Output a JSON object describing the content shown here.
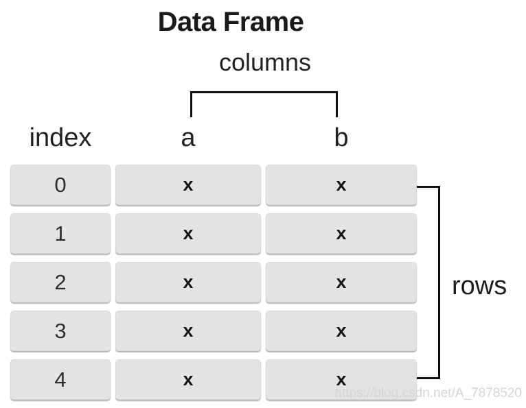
{
  "title": "Data Frame",
  "columns_label": "columns",
  "rows_label": "rows",
  "index_header": "index",
  "column_headers": [
    "a",
    "b"
  ],
  "rows": [
    {
      "index": "0",
      "a": "x",
      "b": "x"
    },
    {
      "index": "1",
      "a": "x",
      "b": "x"
    },
    {
      "index": "2",
      "a": "x",
      "b": "x"
    },
    {
      "index": "3",
      "a": "x",
      "b": "x"
    },
    {
      "index": "4",
      "a": "x",
      "b": "x"
    }
  ],
  "watermark": "https://blog.csdn.net/A_7878520",
  "colors": {
    "cell_bg": "#e4e4e6",
    "bracket": "#111111",
    "watermark": "#d4d4d4"
  }
}
